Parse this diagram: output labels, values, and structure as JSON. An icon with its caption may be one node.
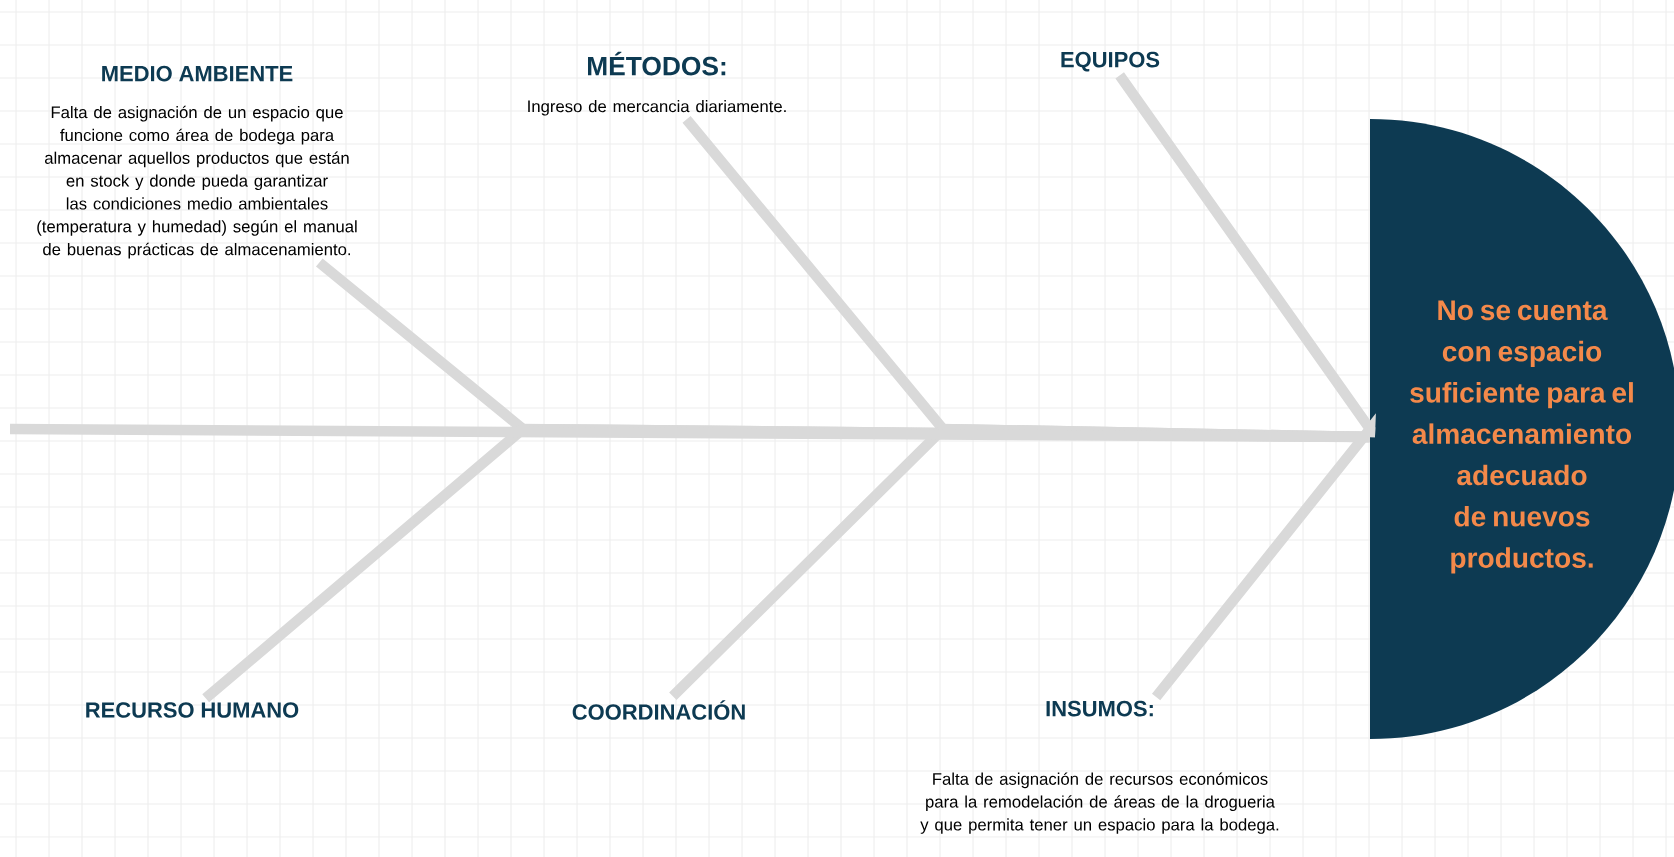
{
  "diagram": {
    "nodes": [
      {
        "text": [
          "MEDIO AMBIENTE",
          "Falta de asignación de un espacio que funcione como área de bodega para almacenar aquellos productos que están en stock y donde pueda garantizar las condiciones medio ambientales (temperatura y humedad) según el manual de buenas prácticas de almacenamiento."
        ]
      },
      {
        "text": [
          "MÉTODOS:",
          "Ingreso de mercancia diariamente."
        ]
      },
      {
        "text": [
          "EQUIPOS"
        ]
      },
      {
        "text": [
          "RECURSO HUMANO"
        ]
      },
      {
        "text": [
          "COORDINACIÓN"
        ]
      },
      {
        "text": [
          "INSUMOS:",
          "Falta de asignación de recursos económicos para la remodelación de áreas de la drogueria y que permita tener un espacio para la bodega."
        ]
      },
      {
        "text": [
          "No se cuenta con espacio suficiente para el almacenamiento adecuado de nuevos productos."
        ]
      }
    ],
    "edges": [
      {
        "from": 0,
        "to": 6,
        "arrow": "none"
      },
      {
        "from": 1,
        "to": 6,
        "arrow": "none"
      },
      {
        "from": 2,
        "to": 6,
        "arrow": "none"
      },
      {
        "from": 3,
        "to": 6,
        "arrow": "none"
      },
      {
        "from": 4,
        "to": 6,
        "arrow": "none"
      },
      {
        "from": 5,
        "to": 6,
        "arrow": "none"
      },
      {
        "from": null,
        "to": 6,
        "arrow": "none"
      }
    ]
  }
}
